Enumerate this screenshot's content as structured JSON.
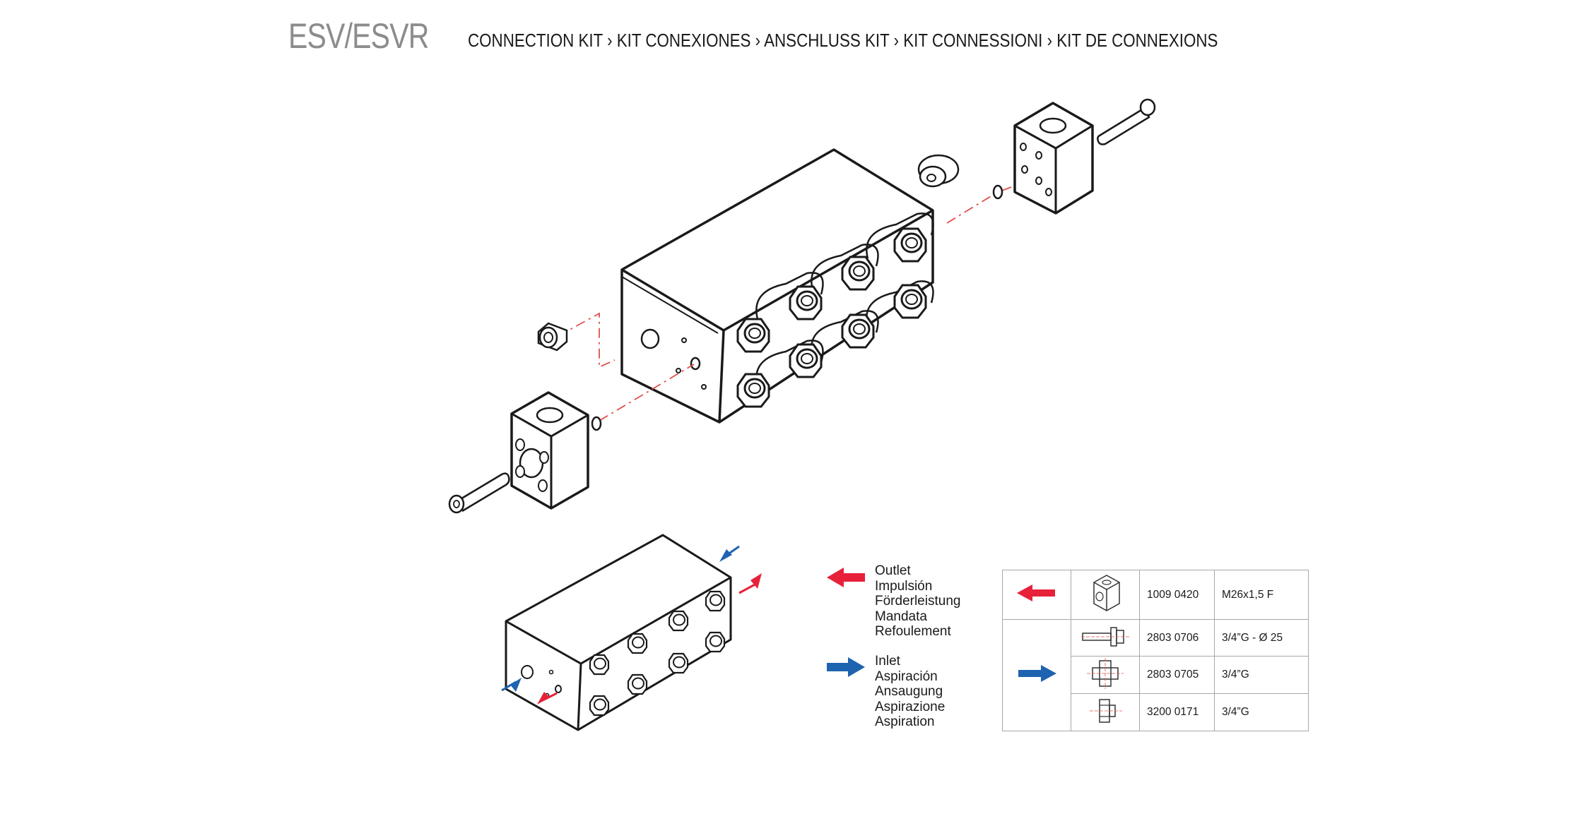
{
  "header": {
    "model": "ESV/ESVR",
    "subtitle": "CONNECTION KIT › KIT CONEXIONES › ANSCHLUSS KIT › KIT CONNESSIONI › KIT DE CONNEXIONS"
  },
  "colors": {
    "outlet": "#e8213a",
    "inlet": "#1e63b0",
    "line": "#1a1a1a",
    "dash": "#e0504a"
  },
  "legend": {
    "outlet": {
      "icon": "red-arrow-left-icon",
      "labels": [
        "Outlet",
        "Impulsión",
        "Förderleistung",
        "Mandata",
        "Refoulement"
      ]
    },
    "inlet": {
      "icon": "blue-arrow-right-icon",
      "labels": [
        "Inlet",
        "Aspiración",
        "Ansaugung",
        "Aspirazione",
        "Aspiration"
      ]
    }
  },
  "table": {
    "rows": [
      {
        "arrow": "red-arrow-left-icon",
        "icon": "flange-block-icon",
        "code": "1009 0420",
        "spec": "M26x1,5 F"
      },
      {
        "arrow": "blue-arrow-right-icon",
        "icon": "hose-nipple-icon",
        "code": "2803 0706",
        "spec": "3/4”G - Ø 25"
      },
      {
        "arrow": "",
        "icon": "double-nipple-icon",
        "code": "2803 0705",
        "spec": "3/4”G"
      },
      {
        "arrow": "",
        "icon": "plug-icon",
        "code": "3200 0171",
        "spec": "3/4”G"
      }
    ]
  }
}
